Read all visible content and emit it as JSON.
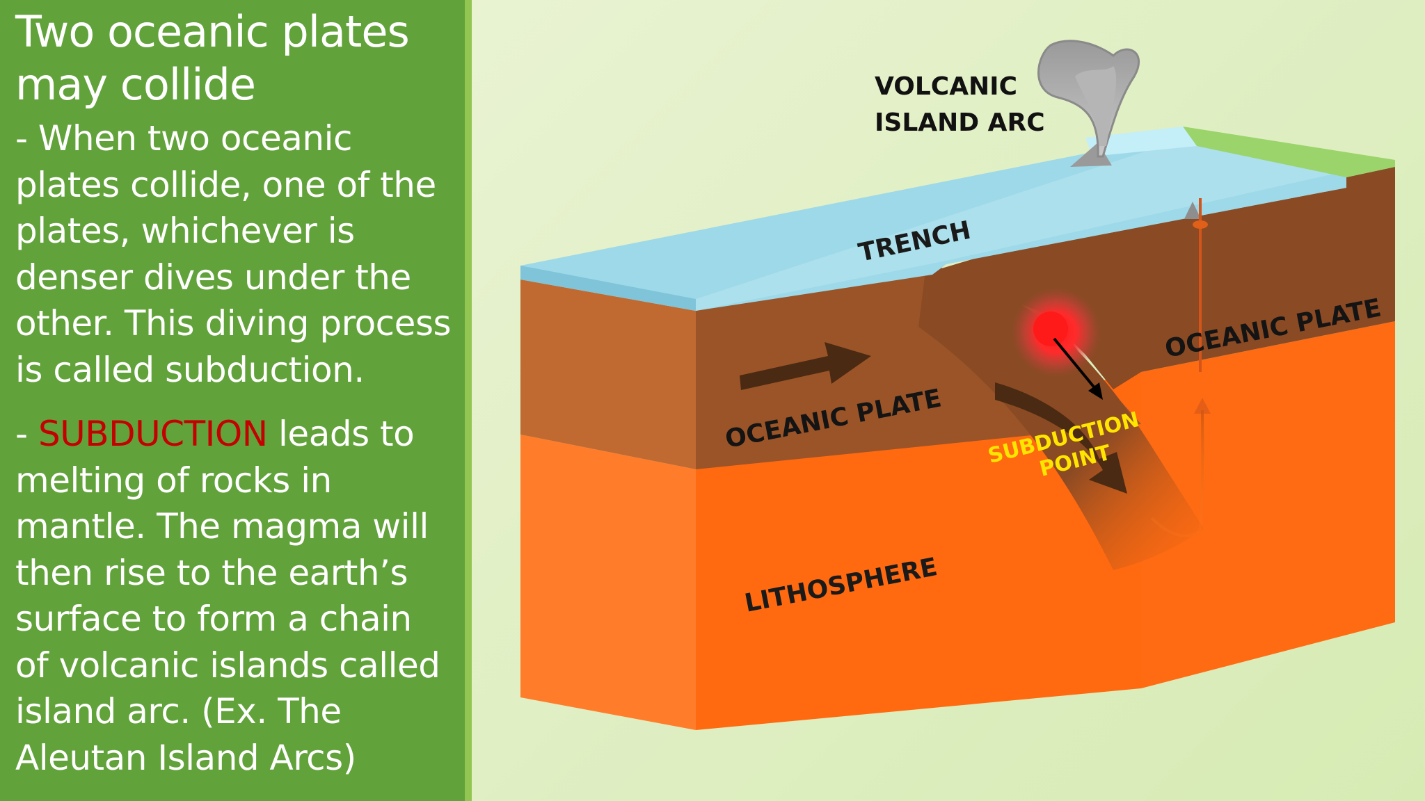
{
  "slide": {
    "title": "Two oceanic plates may collide",
    "paragraph1": "- When two oceanic plates collide, one of the plates, whichever is denser dives under the other. This diving process is called subduction.",
    "paragraph2_prefix": "- ",
    "paragraph2_highlight": "SUBDUCTION",
    "paragraph2_rest": " leads to melting of rocks in mantle. The magma will then rise to the earth’s surface to form a chain of volcanic islands called island arc. (Ex. The Aleutan Island Arcs)"
  },
  "diagram": {
    "labels": {
      "volcanic_line1": "VOLCANIC",
      "volcanic_line2": "ISLAND ARC",
      "trench": "TRENCH",
      "oceanic_plate_left": "OCEANIC PLATE",
      "oceanic_plate_right": "OCEANIC PLATE",
      "subduction_line1": "SUBDUCTION",
      "subduction_line2": "POINT",
      "lithosphere": "LITHOSPHERE"
    },
    "colors": {
      "panel_green": "#62a23a",
      "highlight_red": "#c40000",
      "water": "#8fd2e3",
      "plate_brown": "#8a4a24",
      "mantle_orange": "#ff6a10",
      "subduction_label": "#ffe500"
    }
  }
}
